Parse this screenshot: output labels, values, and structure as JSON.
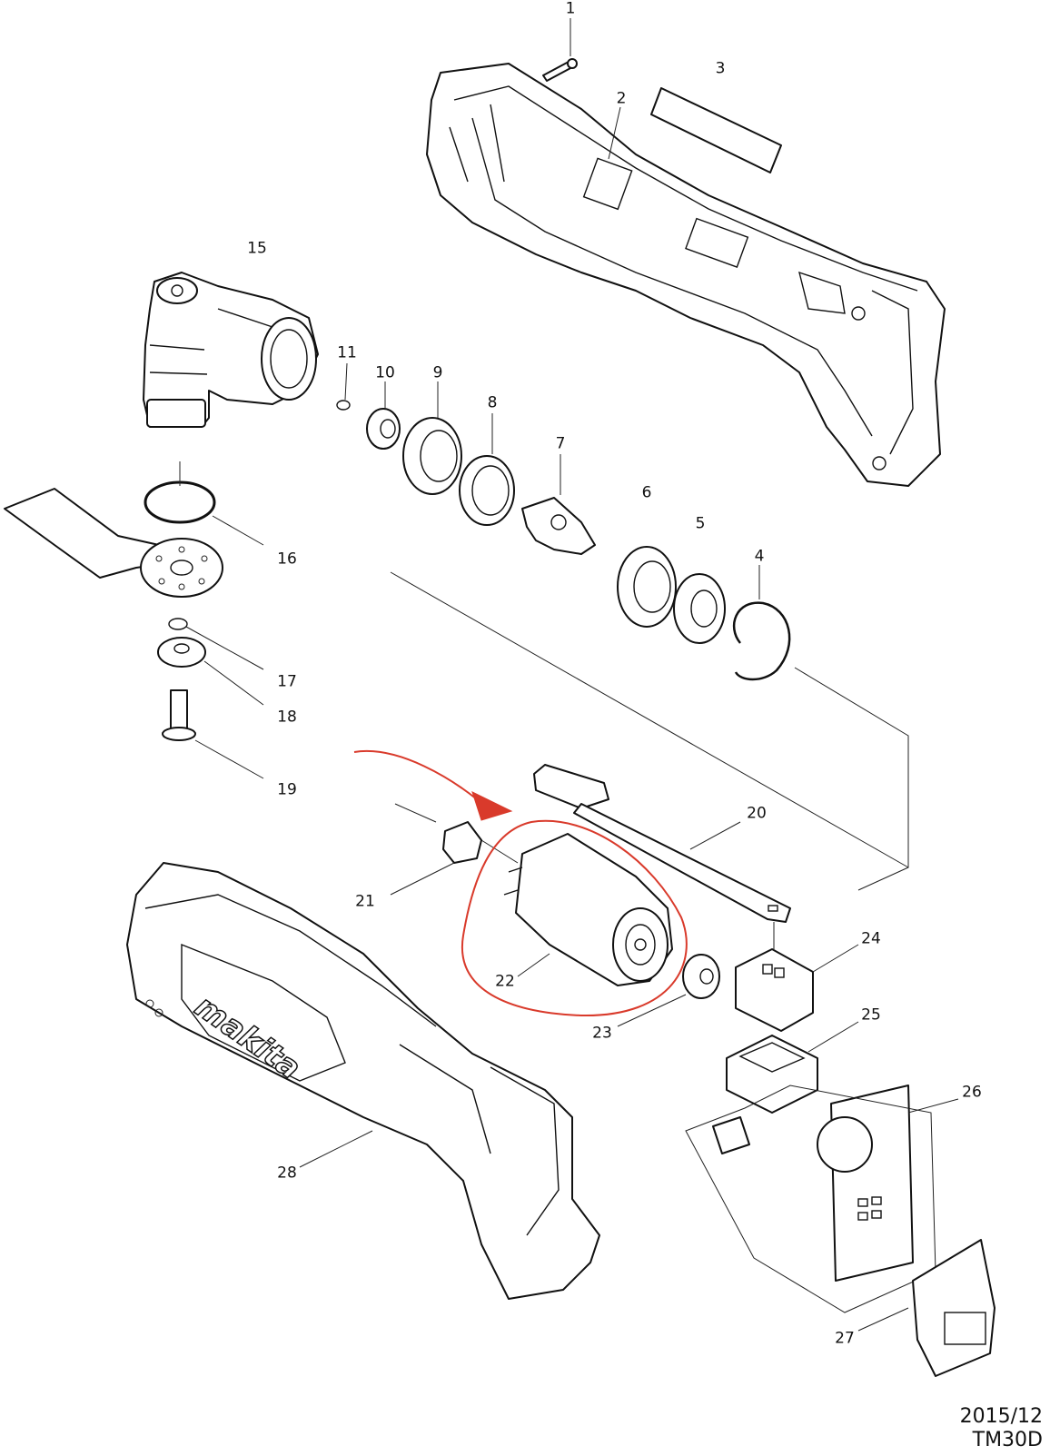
{
  "parts": [
    {
      "id": "p1",
      "label": "1"
    },
    {
      "id": "p2",
      "label": "2"
    },
    {
      "id": "p3",
      "label": "3"
    },
    {
      "id": "p4",
      "label": "4"
    },
    {
      "id": "p5",
      "label": "5"
    },
    {
      "id": "p6",
      "label": "6"
    },
    {
      "id": "p7",
      "label": "7"
    },
    {
      "id": "p8",
      "label": "8"
    },
    {
      "id": "p9",
      "label": "9"
    },
    {
      "id": "p10",
      "label": "10"
    },
    {
      "id": "p11",
      "label": "11"
    },
    {
      "id": "p15",
      "label": "15"
    },
    {
      "id": "p16",
      "label": "16"
    },
    {
      "id": "p17",
      "label": "17"
    },
    {
      "id": "p18",
      "label": "18"
    },
    {
      "id": "p19",
      "label": "19"
    },
    {
      "id": "p20",
      "label": "20"
    },
    {
      "id": "p21",
      "label": "21"
    },
    {
      "id": "p22",
      "label": "22"
    },
    {
      "id": "p23",
      "label": "23"
    },
    {
      "id": "p24",
      "label": "24"
    },
    {
      "id": "p25",
      "label": "25"
    },
    {
      "id": "p26",
      "label": "26"
    },
    {
      "id": "p27",
      "label": "27"
    },
    {
      "id": "p28",
      "label": "28"
    }
  ],
  "brand_logo": "makita",
  "footer": {
    "date": "2015/12",
    "model": "TM30D"
  },
  "highlight": {
    "part": "22",
    "color": "#d93a2b",
    "marker": "arrow-and-circle"
  }
}
